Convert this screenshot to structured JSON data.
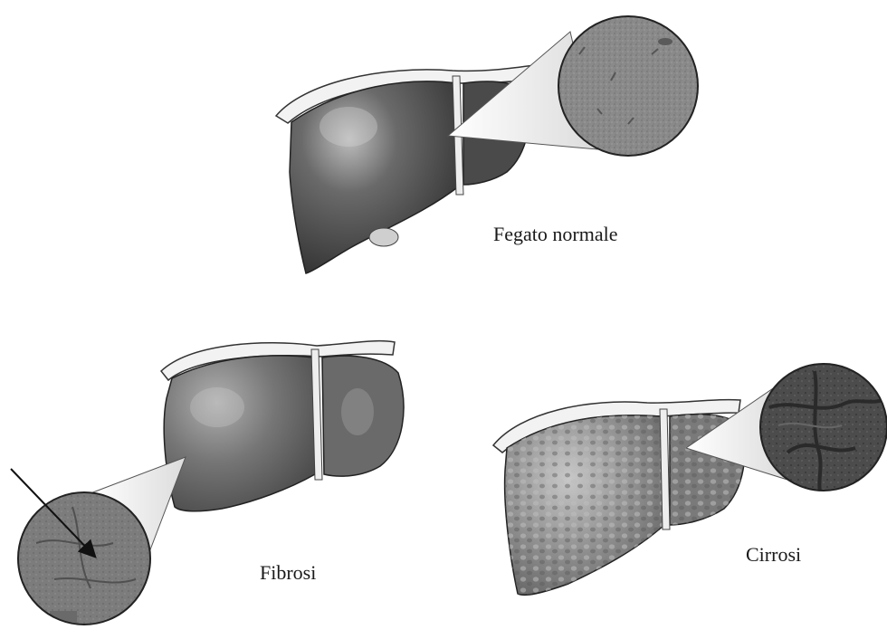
{
  "figure": {
    "panels": [
      {
        "id": "normal",
        "label": "Fegato normale"
      },
      {
        "id": "fibrosi",
        "label": "Fibrosi"
      },
      {
        "id": "cirrosi",
        "label": "Cirrosi"
      }
    ]
  },
  "colors": {
    "liver_dark": "#3a3a3a",
    "liver_mid": "#6e6e6e",
    "liver_light": "#a8a8a8",
    "capsule": "#f2f2f2",
    "outline": "#222222",
    "magnifier_fill": "#8a8a8a"
  }
}
